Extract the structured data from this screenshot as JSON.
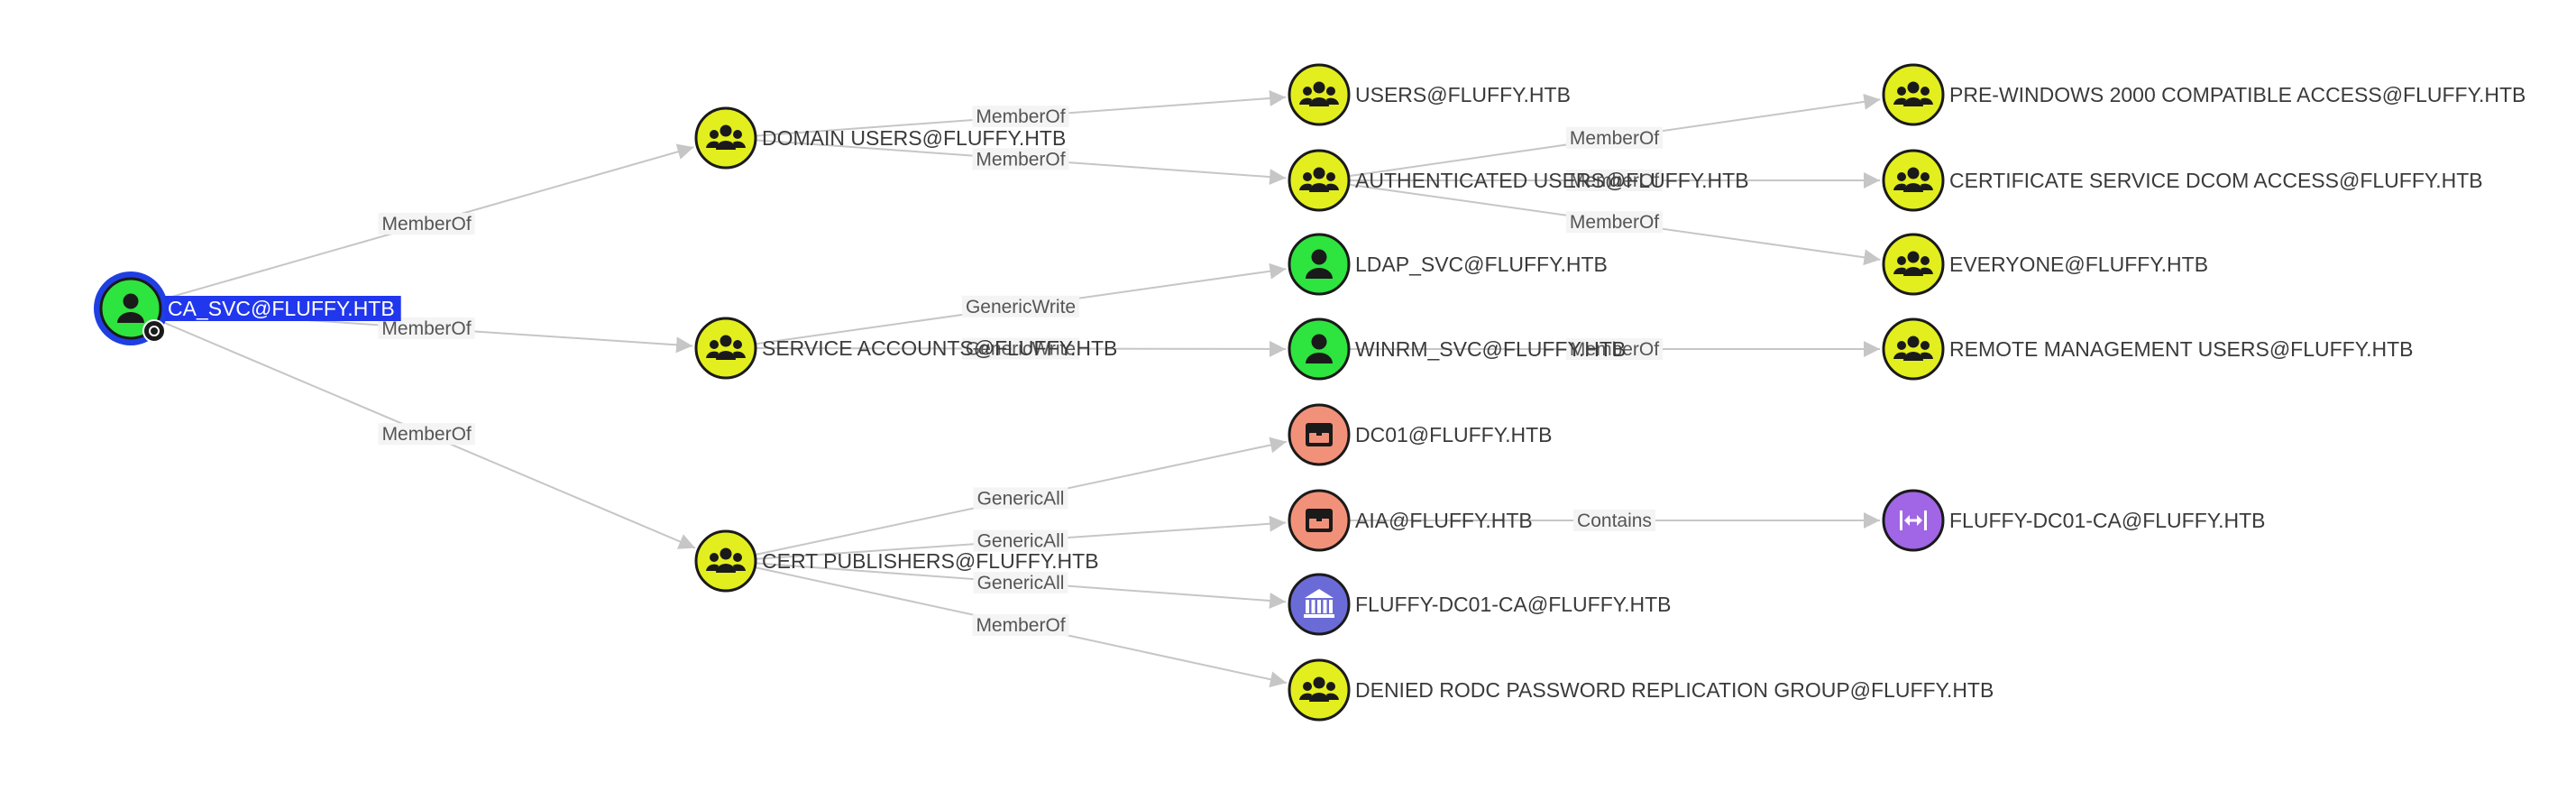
{
  "colors": {
    "group": "#e3ee1f",
    "user": "#2ee43f",
    "computer": "#f2917a",
    "container": "#a066e6",
    "enterprise_ca": "#6b6bd8",
    "selected_ring": "#1f3fe3",
    "selected_label_bg": "#2137ee",
    "edge": "#c6c6c6"
  },
  "nodes": [
    {
      "id": "ca_svc",
      "label": "CA_SVC@FLUFFY.HTB",
      "kind": "user",
      "icon": "user-icon",
      "selected": true
    },
    {
      "id": "domain_users",
      "label": "DOMAIN USERS@FLUFFY.HTB",
      "kind": "group",
      "icon": "group-icon"
    },
    {
      "id": "service_accounts",
      "label": "SERVICE ACCOUNTS@FLUFFY.HTB",
      "kind": "group",
      "icon": "group-icon"
    },
    {
      "id": "cert_publishers",
      "label": "CERT PUBLISHERS@FLUFFY.HTB",
      "kind": "group",
      "icon": "group-icon"
    },
    {
      "id": "users",
      "label": "USERS@FLUFFY.HTB",
      "kind": "group",
      "icon": "group-icon"
    },
    {
      "id": "auth_users",
      "label": "AUTHENTICATED USERS@FLUFFY.HTB",
      "kind": "group",
      "icon": "group-icon"
    },
    {
      "id": "ldap_svc",
      "label": "LDAP_SVC@FLUFFY.HTB",
      "kind": "user",
      "icon": "user-icon"
    },
    {
      "id": "winrm_svc",
      "label": "WINRM_SVC@FLUFFY.HTB",
      "kind": "user",
      "icon": "user-icon"
    },
    {
      "id": "dc01",
      "label": "DC01@FLUFFY.HTB",
      "kind": "computer",
      "icon": "computer-box-icon"
    },
    {
      "id": "aia",
      "label": "AIA@FLUFFY.HTB",
      "kind": "computer",
      "icon": "computer-box-icon"
    },
    {
      "id": "fluffy_ca",
      "label": "FLUFFY-DC01-CA@FLUFFY.HTB",
      "kind": "enterprise_ca",
      "icon": "bank-icon"
    },
    {
      "id": "denied_rodc",
      "label": "DENIED RODC PASSWORD REPLICATION GROUP@FLUFFY.HTB",
      "kind": "group",
      "icon": "group-icon"
    },
    {
      "id": "pre_win2000",
      "label": "PRE-WINDOWS 2000 COMPATIBLE ACCESS@FLUFFY.HTB",
      "kind": "group",
      "icon": "group-icon"
    },
    {
      "id": "cert_service_dcom",
      "label": "CERTIFICATE SERVICE DCOM ACCESS@FLUFFY.HTB",
      "kind": "group",
      "icon": "group-icon"
    },
    {
      "id": "everyone",
      "label": "EVERYONE@FLUFFY.HTB",
      "kind": "group",
      "icon": "group-icon"
    },
    {
      "id": "remote_mgmt",
      "label": "REMOTE MANAGEMENT USERS@FLUFFY.HTB",
      "kind": "group",
      "icon": "group-icon"
    },
    {
      "id": "fluffy_ca_container",
      "label": "FLUFFY-DC01-CA@FLUFFY.HTB",
      "kind": "container",
      "icon": "arrows-expand-icon"
    }
  ],
  "edges": [
    {
      "from": "ca_svc",
      "to": "domain_users",
      "label": "MemberOf"
    },
    {
      "from": "ca_svc",
      "to": "service_accounts",
      "label": "MemberOf"
    },
    {
      "from": "ca_svc",
      "to": "cert_publishers",
      "label": "MemberOf"
    },
    {
      "from": "domain_users",
      "to": "users",
      "label": "MemberOf"
    },
    {
      "from": "domain_users",
      "to": "auth_users",
      "label": "MemberOf"
    },
    {
      "from": "service_accounts",
      "to": "ldap_svc",
      "label": "GenericWrite"
    },
    {
      "from": "service_accounts",
      "to": "winrm_svc",
      "label": "GenericWrite"
    },
    {
      "from": "cert_publishers",
      "to": "dc01",
      "label": "GenericAll"
    },
    {
      "from": "cert_publishers",
      "to": "aia",
      "label": "GenericAll"
    },
    {
      "from": "cert_publishers",
      "to": "fluffy_ca",
      "label": "GenericAll"
    },
    {
      "from": "cert_publishers",
      "to": "denied_rodc",
      "label": "MemberOf"
    },
    {
      "from": "auth_users",
      "to": "pre_win2000",
      "label": "MemberOf"
    },
    {
      "from": "auth_users",
      "to": "cert_service_dcom",
      "label": "MemberOf"
    },
    {
      "from": "auth_users",
      "to": "everyone",
      "label": "MemberOf"
    },
    {
      "from": "winrm_svc",
      "to": "remote_mgmt",
      "label": "MemberOf"
    },
    {
      "from": "aia",
      "to": "fluffy_ca_container",
      "label": "Contains"
    }
  ]
}
